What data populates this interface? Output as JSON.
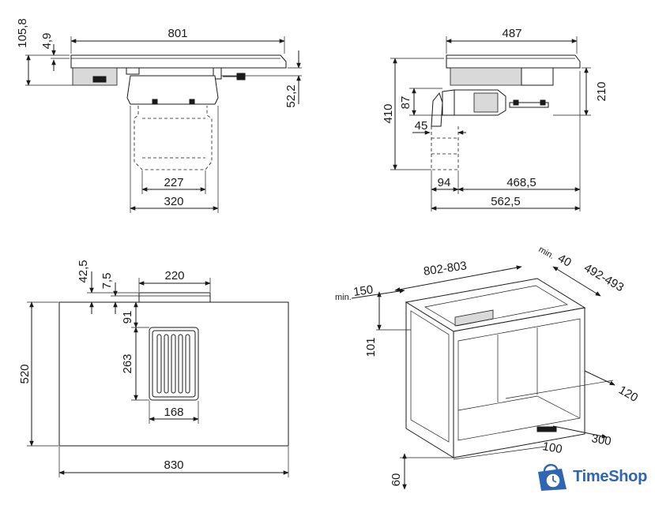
{
  "dimensions": {
    "top_view": {
      "width": "801",
      "height_total": "105,8",
      "glass": "4,9",
      "side_depth": "52,2",
      "inner_width": "227",
      "duct_width": "320"
    },
    "side_view": {
      "width": "487",
      "height_right": "210",
      "height_left": "410",
      "duct_depth": "87",
      "duct_offset": "45",
      "offset_94": "94",
      "depth_468": "468,5",
      "depth_562": "562,5"
    },
    "plan_view": {
      "gap_42": "42,5",
      "gap_7": "7,5",
      "vent_width": "220",
      "vent_offset": "91",
      "vent_height": "263",
      "vent_inner_width": "168",
      "hob_depth": "520",
      "hob_width": "830"
    },
    "cabinet_view": {
      "min_label": "min.",
      "min_150": "150",
      "cutout_width": "802-803",
      "min_40": "40",
      "cutout_depth": "492-493",
      "depth_101": "101",
      "dim_120": "120",
      "dim_300": "300",
      "dim_60": "60",
      "dim_100": "100"
    }
  },
  "brand": {
    "name": "TimeShop",
    "color": "#2f66b3",
    "icon": "bag-clock-icon"
  }
}
